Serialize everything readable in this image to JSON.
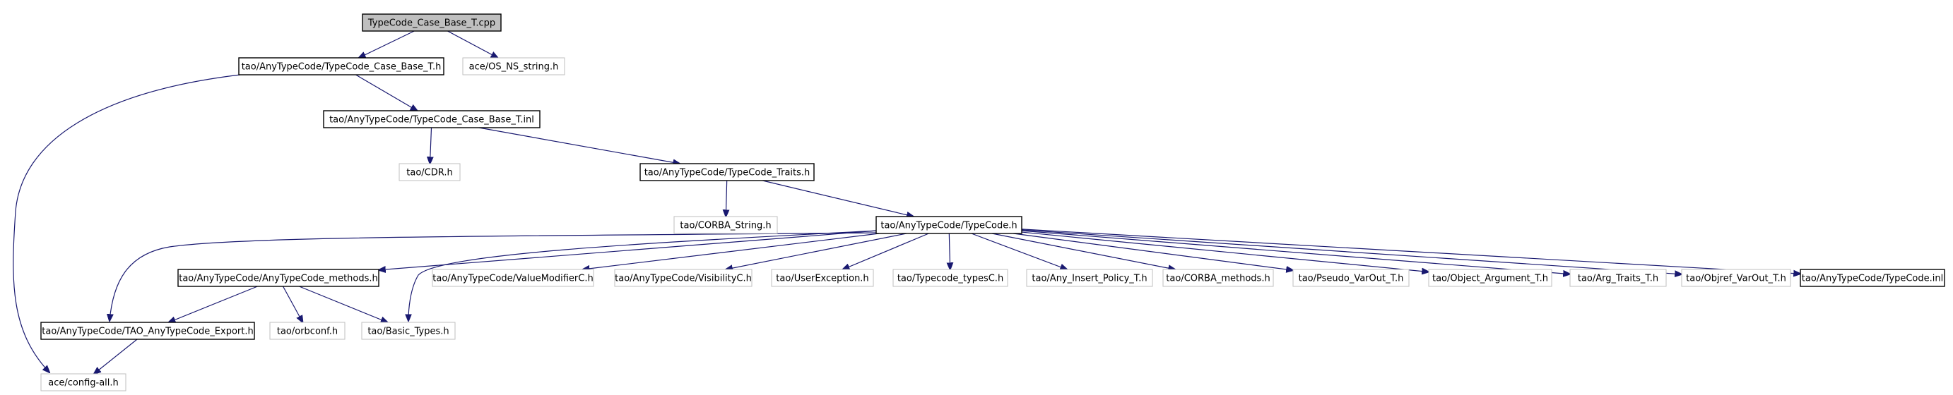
{
  "diagram": {
    "nodes": [
      {
        "id": "n_root",
        "label": "TypeCode_Case_Base_T.cpp",
        "kind": "root"
      },
      {
        "id": "n_case_base_h",
        "label": "tao/AnyTypeCode/TypeCode_Case_Base_T.h",
        "kind": "documented"
      },
      {
        "id": "n_os_ns_string",
        "label": "ace/OS_NS_string.h",
        "kind": "missing"
      },
      {
        "id": "n_case_base_inl",
        "label": "tao/AnyTypeCode/TypeCode_Case_Base_T.inl",
        "kind": "documented"
      },
      {
        "id": "n_config_all",
        "label": "ace/config-all.h",
        "kind": "missing"
      },
      {
        "id": "n_cdr",
        "label": "tao/CDR.h",
        "kind": "missing"
      },
      {
        "id": "n_traits",
        "label": "tao/AnyTypeCode/TypeCode_Traits.h",
        "kind": "documented"
      },
      {
        "id": "n_corba_string",
        "label": "tao/CORBA_String.h",
        "kind": "missing"
      },
      {
        "id": "n_typecode_h",
        "label": "tao/AnyTypeCode/TypeCode.h",
        "kind": "documented"
      },
      {
        "id": "n_methods",
        "label": "tao/AnyTypeCode/AnyTypeCode_methods.h",
        "kind": "documented"
      },
      {
        "id": "n_valuemod",
        "label": "tao/AnyTypeCode/ValueModifierC.h",
        "kind": "missing"
      },
      {
        "id": "n_visibility",
        "label": "tao/AnyTypeCode/VisibilityC.h",
        "kind": "missing"
      },
      {
        "id": "n_userexc",
        "label": "tao/UserException.h",
        "kind": "missing"
      },
      {
        "id": "n_typesc",
        "label": "tao/Typecode_typesC.h",
        "kind": "missing"
      },
      {
        "id": "n_anyinsert",
        "label": "tao/Any_Insert_Policy_T.h",
        "kind": "missing"
      },
      {
        "id": "n_corba_methods",
        "label": "tao/CORBA_methods.h",
        "kind": "missing"
      },
      {
        "id": "n_pseudo",
        "label": "tao/Pseudo_VarOut_T.h",
        "kind": "missing"
      },
      {
        "id": "n_objarg",
        "label": "tao/Object_Argument_T.h",
        "kind": "missing"
      },
      {
        "id": "n_argtraits",
        "label": "tao/Arg_Traits_T.h",
        "kind": "missing"
      },
      {
        "id": "n_objref",
        "label": "tao/Objref_VarOut_T.h",
        "kind": "missing"
      },
      {
        "id": "n_typecode_inl",
        "label": "tao/AnyTypeCode/TypeCode.inl",
        "kind": "documented"
      },
      {
        "id": "n_export",
        "label": "tao/AnyTypeCode/TAO_AnyTypeCode_Export.h",
        "kind": "documented"
      },
      {
        "id": "n_orbconf",
        "label": "tao/orbconf.h",
        "kind": "missing"
      },
      {
        "id": "n_basic_types",
        "label": "tao/Basic_Types.h",
        "kind": "missing"
      }
    ],
    "edges": [
      {
        "from": "n_root",
        "to": "n_case_base_h"
      },
      {
        "from": "n_root",
        "to": "n_os_ns_string"
      },
      {
        "from": "n_case_base_h",
        "to": "n_case_base_inl"
      },
      {
        "from": "n_case_base_h",
        "to": "n_config_all"
      },
      {
        "from": "n_case_base_inl",
        "to": "n_cdr"
      },
      {
        "from": "n_case_base_inl",
        "to": "n_traits"
      },
      {
        "from": "n_traits",
        "to": "n_corba_string"
      },
      {
        "from": "n_traits",
        "to": "n_typecode_h"
      },
      {
        "from": "n_typecode_h",
        "to": "n_methods"
      },
      {
        "from": "n_typecode_h",
        "to": "n_valuemod"
      },
      {
        "from": "n_typecode_h",
        "to": "n_visibility"
      },
      {
        "from": "n_typecode_h",
        "to": "n_userexc"
      },
      {
        "from": "n_typecode_h",
        "to": "n_typesc"
      },
      {
        "from": "n_typecode_h",
        "to": "n_anyinsert"
      },
      {
        "from": "n_typecode_h",
        "to": "n_corba_methods"
      },
      {
        "from": "n_typecode_h",
        "to": "n_pseudo"
      },
      {
        "from": "n_typecode_h",
        "to": "n_objarg"
      },
      {
        "from": "n_typecode_h",
        "to": "n_argtraits"
      },
      {
        "from": "n_typecode_h",
        "to": "n_objref"
      },
      {
        "from": "n_typecode_h",
        "to": "n_typecode_inl"
      },
      {
        "from": "n_typecode_h",
        "to": "n_export"
      },
      {
        "from": "n_typecode_h",
        "to": "n_basic_types"
      },
      {
        "from": "n_methods",
        "to": "n_export"
      },
      {
        "from": "n_methods",
        "to": "n_orbconf"
      },
      {
        "from": "n_methods",
        "to": "n_basic_types"
      },
      {
        "from": "n_export",
        "to": "n_config_all"
      }
    ],
    "colors": {
      "edge": "#191970",
      "root_fill": "#bfbfbf",
      "missing_border": "#bfbfbf",
      "documented_border": "#000000"
    }
  }
}
